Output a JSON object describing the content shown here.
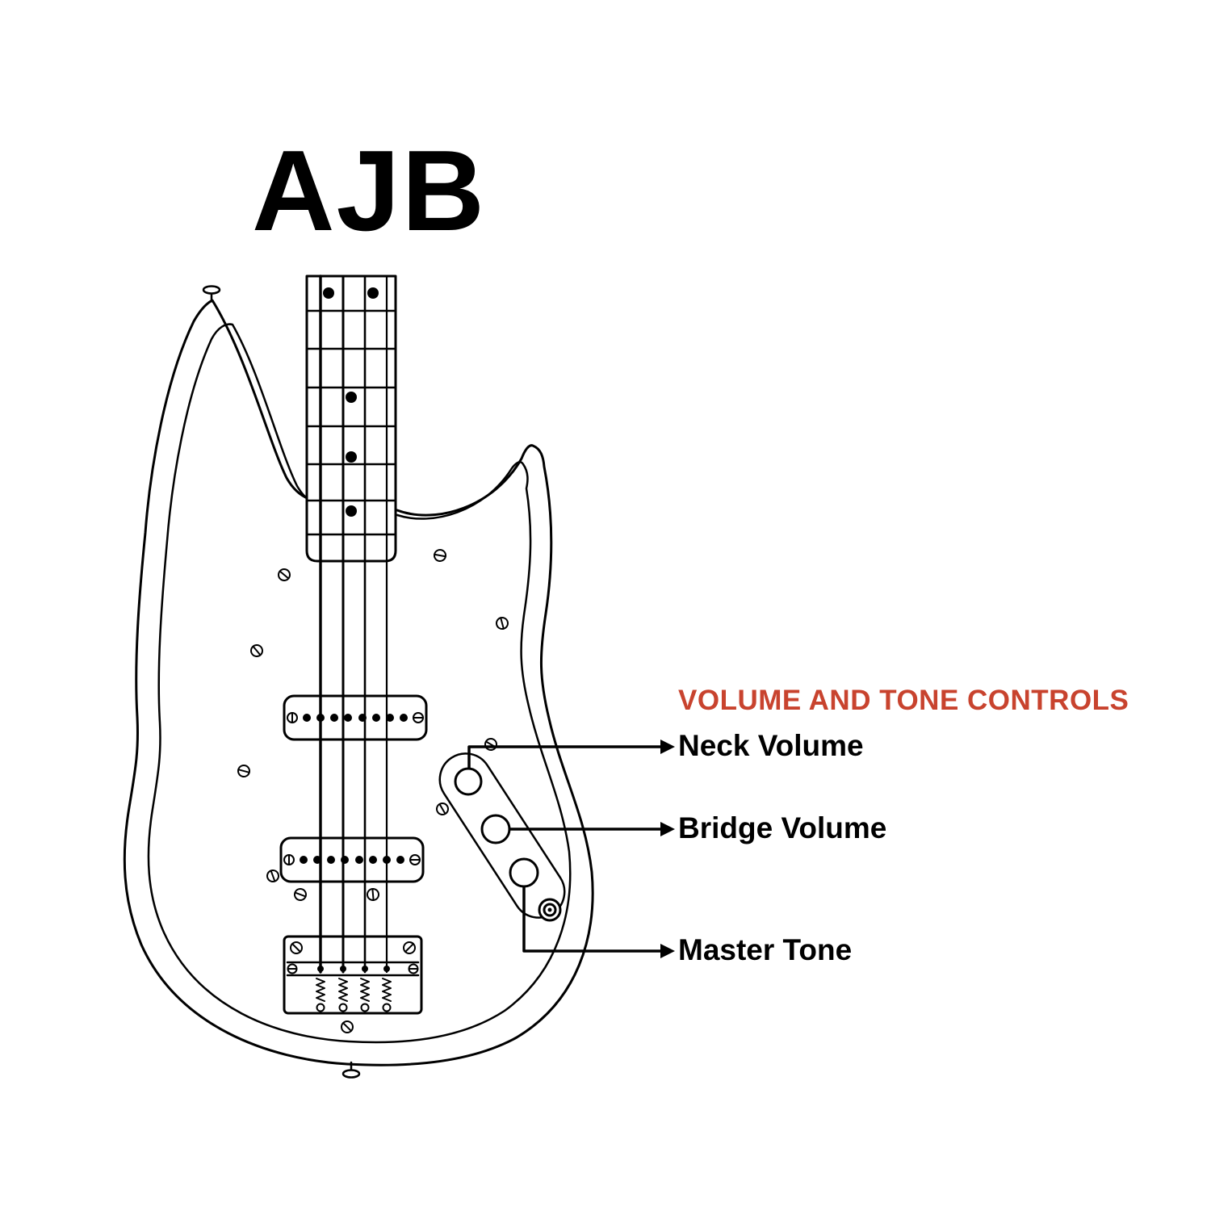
{
  "diagram": {
    "title": "AJB",
    "section_heading": "VOLUME AND TONE CONTROLS",
    "colors": {
      "heading": "#c8432e",
      "line": "#000000",
      "text": "#000000",
      "background": "#ffffff"
    },
    "callouts": [
      {
        "label": "Neck Volume",
        "target": "neck-volume-knob"
      },
      {
        "label": "Bridge Volume",
        "target": "bridge-volume-knob"
      },
      {
        "label": "Master Tone",
        "target": "master-tone-knob"
      }
    ]
  }
}
